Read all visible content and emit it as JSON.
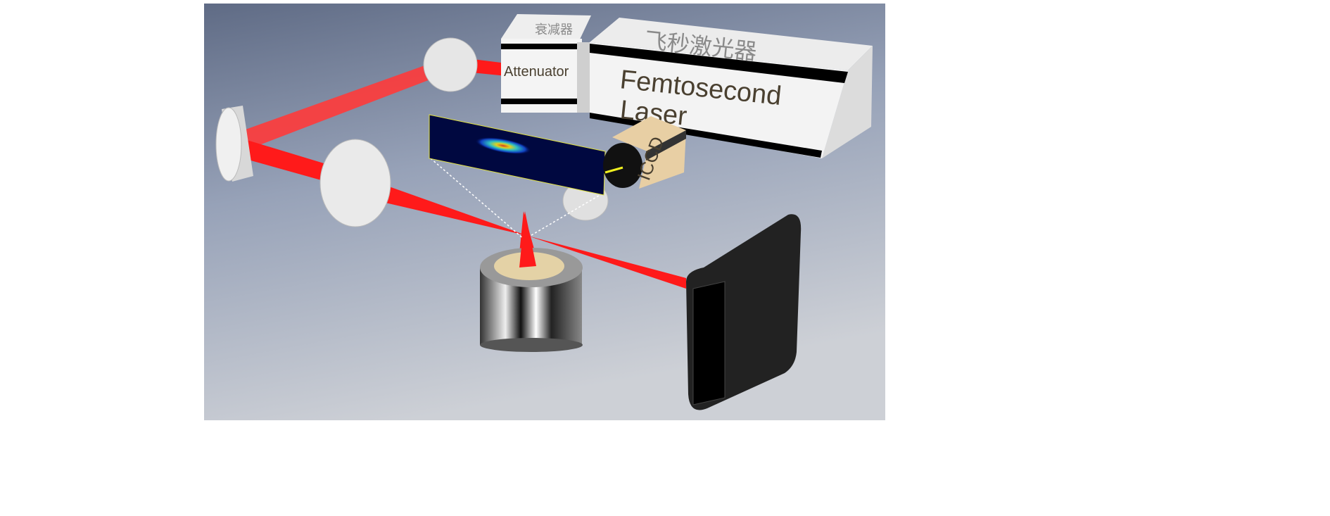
{
  "labels": {
    "attenuator": "Attenuator",
    "attenuator_cn": "衰减器",
    "laser_line1": "Femtosecond",
    "laser_line2": "Laser",
    "laser_cn": "飞秒激光器",
    "camera": "ICCD"
  },
  "colors": {
    "beam": "#ff1a1a",
    "background_top": "#6f7c96",
    "background_bottom": "#c6cad2",
    "box": "#f2f2f2",
    "camera_body": "#e8cfa4"
  }
}
